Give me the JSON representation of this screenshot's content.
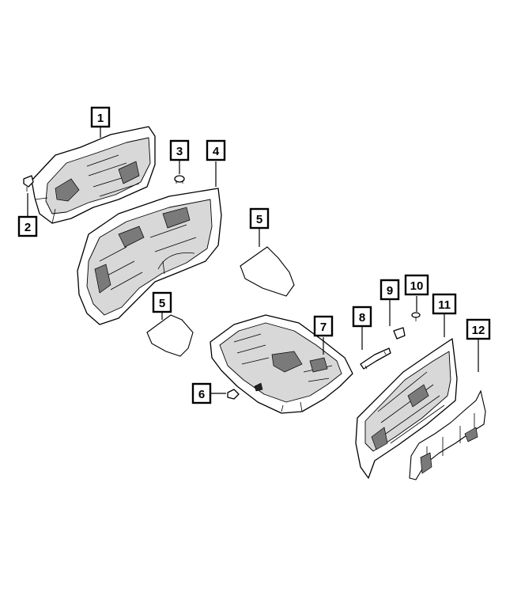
{
  "callouts": [
    {
      "id": "1",
      "label": "1"
    },
    {
      "id": "2",
      "label": "2"
    },
    {
      "id": "3",
      "label": "3"
    },
    {
      "id": "4",
      "label": "4"
    },
    {
      "id": "5a",
      "label": "5"
    },
    {
      "id": "5b",
      "label": "5"
    },
    {
      "id": "6",
      "label": "6"
    },
    {
      "id": "7",
      "label": "7"
    },
    {
      "id": "8",
      "label": "8"
    },
    {
      "id": "9",
      "label": "9"
    },
    {
      "id": "10",
      "label": "10"
    },
    {
      "id": "11",
      "label": "11"
    },
    {
      "id": "12",
      "label": "12"
    }
  ],
  "colors": {
    "line": "#000000",
    "part_fill": "#d8d8d8",
    "shadow": "#7a7a7a",
    "background": "#ffffff"
  }
}
